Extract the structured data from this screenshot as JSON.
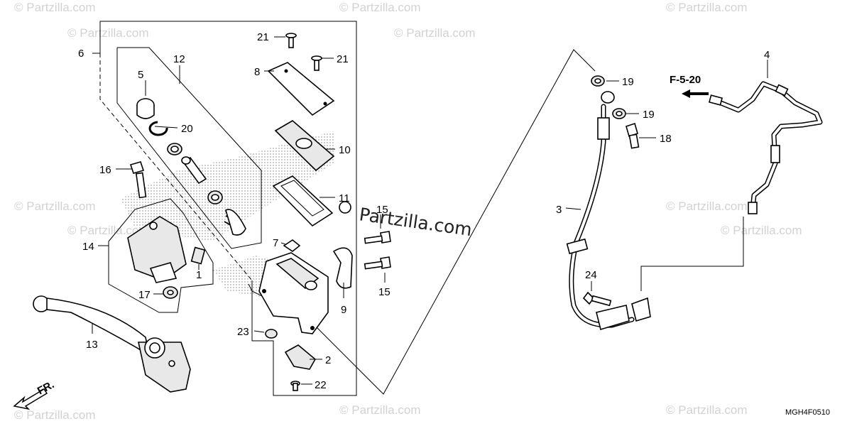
{
  "watermark": {
    "text": "© Partzilla.com",
    "center_text": "Partzilla.com"
  },
  "section_ref": "F-5-20",
  "diagram_code": "MGH4F0510",
  "direction_label": "FR.",
  "callouts": {
    "c1": "1",
    "c2": "2",
    "c3": "3",
    "c4": "4",
    "c5": "5",
    "c6": "6",
    "c7": "7",
    "c8": "8",
    "c9": "9",
    "c10": "10",
    "c11": "11",
    "c12": "12",
    "c13": "13",
    "c14": "14",
    "c15a": "15",
    "c15b": "15",
    "c16": "16",
    "c17": "17",
    "c18": "18",
    "c19a": "19",
    "c19b": "19",
    "c20": "20",
    "c21a": "21",
    "c21b": "21",
    "c22": "22",
    "c23": "23",
    "c24": "24"
  }
}
